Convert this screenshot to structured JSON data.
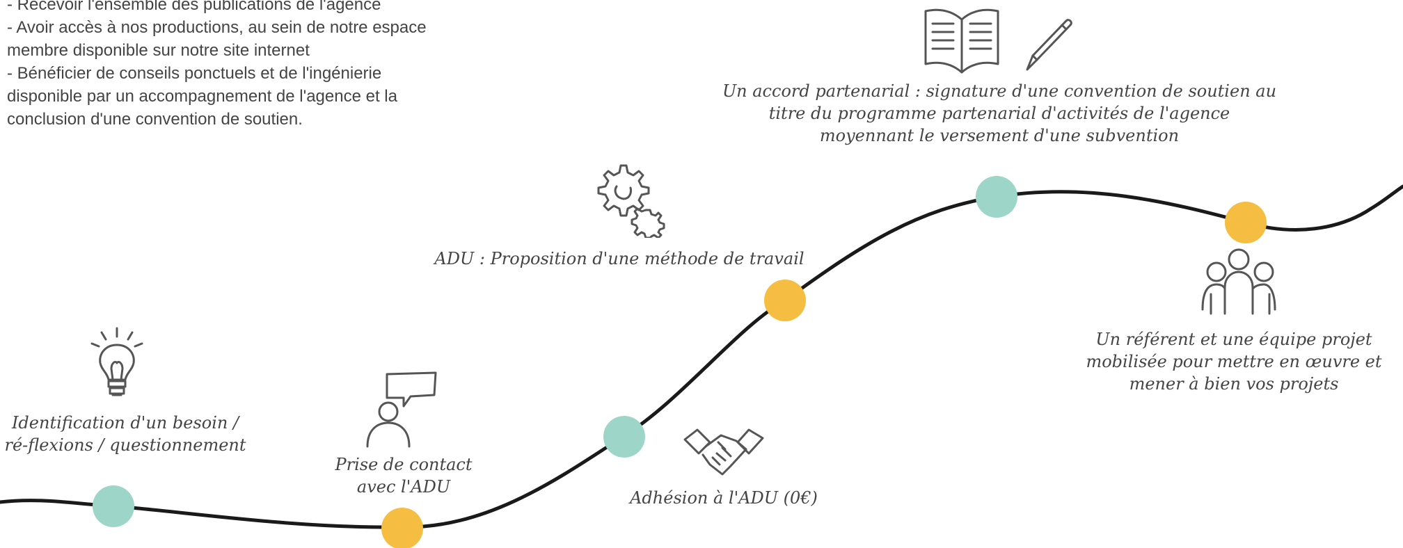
{
  "intro": {
    "lines": [
      "- Recevoir l'ensemble des publications de l'agence",
      "- Avoir accès à nos productions, au sein de notre espace membre disponible sur notre site internet",
      "- Bénéficier de conseils ponctuels et de l'ingénierie disponible par un accompagnement de l'agence et la conclusion d'une convention de soutien."
    ]
  },
  "steps": {
    "need": {
      "label": "Identification d'un besoin / ré-flexions / questionnement",
      "icon": "lightbulb-icon",
      "dot_color": "#9dd5c8"
    },
    "contact": {
      "label": "Prise de contact avec l'ADU",
      "icon": "person-speech-bubble-icon",
      "dot_color": "#f5bd42"
    },
    "membership": {
      "label": "Adhésion à l'ADU (0€)",
      "icon": "handshake-icon",
      "dot_color": "#9dd5c8"
    },
    "method": {
      "label": "ADU : Proposition d'une méthode de travail",
      "icon": "gears-icon",
      "dot_color": "#f5bd42"
    },
    "agreement": {
      "label": "Un accord partenarial : signature d'une convention de soutien au titre du programme partenarial d'activités de l'agence moyennant le versement d'une subvention",
      "icon": "book-pencil-icon",
      "dot_color": "#9dd5c8"
    },
    "team": {
      "label": "Un référent et une équipe projet mobilisée pour mettre en œuvre et mener à bien vos projets",
      "icon": "group-people-icon",
      "dot_color": "#f5bd42"
    }
  },
  "colors": {
    "path": "#1a1a1a",
    "teal": "#9dd5c8",
    "yellow": "#f5bd42",
    "icon_stroke": "#555555"
  }
}
